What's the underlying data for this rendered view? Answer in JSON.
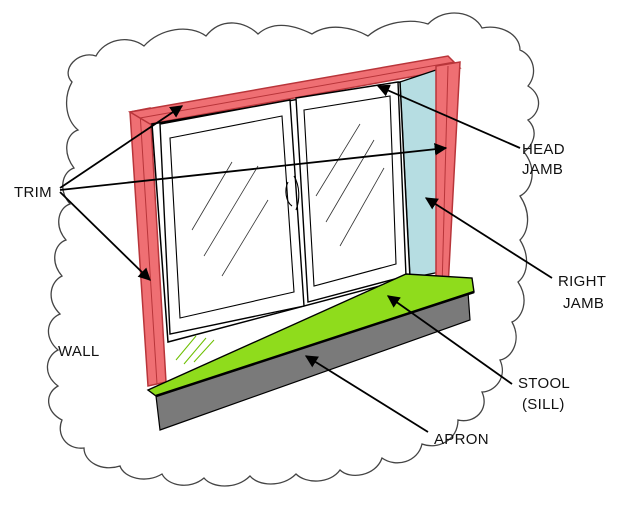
{
  "labels": {
    "trim": "TRIM",
    "head_jamb_1": "HEAD",
    "head_jamb_2": "JAMB",
    "right_jamb_1": "RIGHT",
    "right_jamb_2": "JAMB",
    "wall": "WALL",
    "stool_1": "STOOL",
    "stool_2": "(SILL)",
    "apron": "APRON"
  },
  "colors": {
    "trim": "#ef6f73",
    "trim_edge": "#b8353a",
    "jamb": "#b6dde2",
    "stool": "#8fdc1c",
    "apron": "#7a7a7a",
    "glass": "#ffffff",
    "line": "#000000"
  }
}
